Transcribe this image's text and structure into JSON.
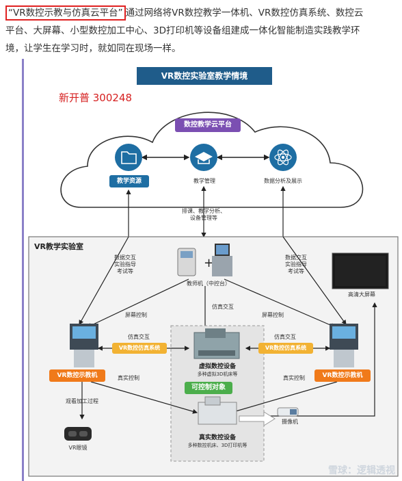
{
  "intro": {
    "highlight": "“VR数控示教与仿真云平台”",
    "rest_line1": "通过网络将VR数控教学一体机、VR数控仿真系统、数控云",
    "line2": "平台、大屏幕、小型数控加工中心、3D打印机等设备组建成一体化智能制造实践教学环",
    "line3": "境，让学生在学习时，就如同在现场一样。"
  },
  "diagram": {
    "title": "VR数控实验室教学情境",
    "stock": "新开普  300248",
    "cloud": {
      "platform": "数控教学云平台",
      "resources": "教学资源",
      "management": "教学管理",
      "analytics": "数据分析及展示"
    },
    "link_center": "排课、教学分析、\n设备管理等",
    "lab_title": "VR教学实验室",
    "teacher": "教师机（中控台）",
    "left_link": "数据交互\n实验指导\n考试等",
    "right_link": "数据交互\n实验指导\n考试等",
    "big_screen": "高清大屏幕",
    "screen_ctrl_left": "屏幕控制",
    "screen_ctrl_right": "屏幕控制",
    "sim_interact_center": "仿真交互",
    "sim_interact_left": "仿真交互",
    "sim_interact_right": "仿真交互",
    "vr_sim_left": "VR数控仿真系统",
    "vr_sim_right": "VR数控仿真系统",
    "virtual_device": "虚拟数控设备",
    "virtual_device_sub": "多种虚拟3D机床等",
    "controllable": "可控制对象",
    "vr_teach_left": "VR数控示教机",
    "vr_teach_right": "VR数控示教机",
    "real_ctrl_left": "真实控制",
    "real_ctrl_right": "真实控制",
    "watch_process": "观看加工过程",
    "vr_glasses": "VR眼镜",
    "real_device": "真实数控设备",
    "real_device_sub": "多种数控机床、3D打印机等",
    "camera": "摄像机"
  },
  "watermark": "雪球：逻辑透视",
  "colors": {
    "title_bar": "#1f5c8a",
    "icon_blue": "#1e6ea3",
    "platform_purple": "#7b4fb2",
    "orange": "#f07a1a",
    "yellow": "#f2b233",
    "green": "#4cae4c",
    "red_text": "#d62020"
  }
}
